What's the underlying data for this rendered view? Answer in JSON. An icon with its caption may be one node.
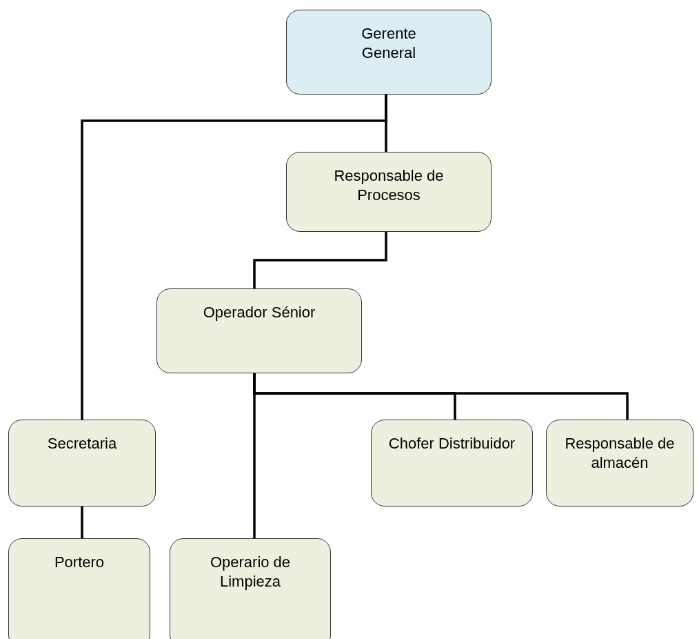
{
  "diagram": {
    "nodes": [
      {
        "text": [
          "Gerente General"
        ]
      },
      {
        "text": [
          "Responsable de Procesos"
        ]
      },
      {
        "text": [
          "Operador Sénior"
        ]
      },
      {
        "text": [
          "Secretaria"
        ]
      },
      {
        "text": [
          "Chofer Distribuidor"
        ]
      },
      {
        "text": [
          "Responsable de almacén"
        ]
      },
      {
        "text": [
          "Portero"
        ]
      },
      {
        "text": [
          "Operario de Limpieza"
        ]
      }
    ],
    "edges": [
      {
        "from": 0,
        "to": 1,
        "arrow": "none"
      },
      {
        "from": 0,
        "to": 3,
        "arrow": "none"
      },
      {
        "from": 1,
        "to": 2,
        "arrow": "none"
      },
      {
        "from": 2,
        "to": 4,
        "arrow": "none"
      },
      {
        "from": 2,
        "to": 5,
        "arrow": "none"
      },
      {
        "from": 2,
        "to": 7,
        "arrow": "none"
      },
      {
        "from": 3,
        "to": 6,
        "arrow": "none"
      }
    ]
  }
}
